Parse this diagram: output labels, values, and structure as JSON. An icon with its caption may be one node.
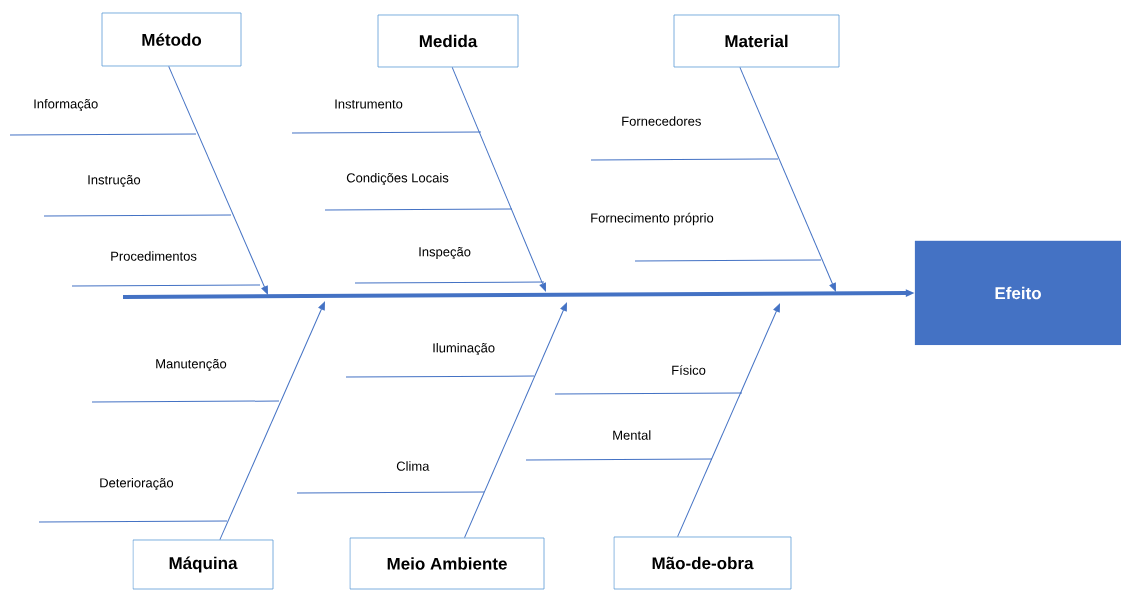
{
  "diagram": {
    "nodes": [
      {
        "text": [
          "Método"
        ]
      },
      {
        "text": [
          "Medida"
        ]
      },
      {
        "text": [
          "Material"
        ]
      },
      {
        "text": [
          "Efeito"
        ]
      },
      {
        "text": [
          "Máquina"
        ]
      },
      {
        "text": [
          "Meio Ambiente"
        ]
      },
      {
        "text": [
          "Mão-de-obra"
        ]
      }
    ],
    "edges": [
      {
        "from": 0,
        "to": null,
        "arrow": "to"
      },
      {
        "from": 1,
        "to": null,
        "arrow": "to"
      },
      {
        "from": 2,
        "to": null,
        "arrow": "to"
      },
      {
        "from": 4,
        "to": null,
        "arrow": "to"
      },
      {
        "from": 5,
        "to": null,
        "arrow": "to"
      },
      {
        "from": 6,
        "to": null,
        "arrow": "to"
      },
      {
        "from": null,
        "to": 3,
        "arrow": "to",
        "style": "thick"
      }
    ],
    "labels": [
      "Informação",
      "Instrução",
      "Procedimentos",
      "Instrumento",
      "Condições Locais",
      "Inspeção",
      "Fornecedores",
      "Fornecimento próprio",
      "Manutenção",
      "Deterioração",
      "Iluminação",
      "Clima",
      "Físico",
      "Mental"
    ]
  }
}
